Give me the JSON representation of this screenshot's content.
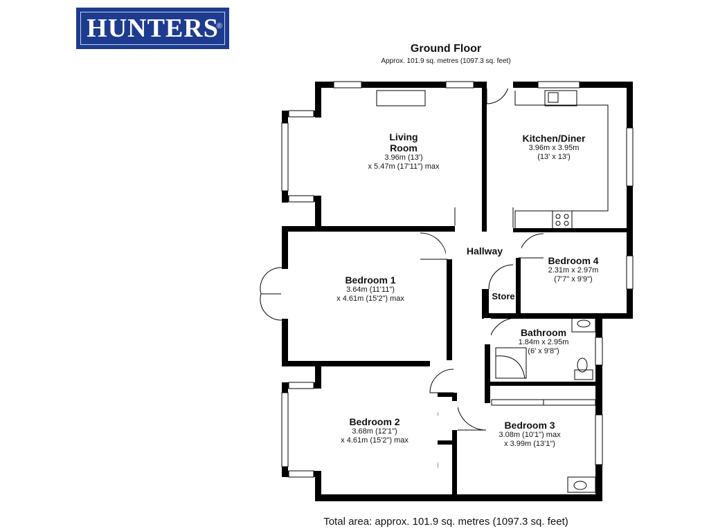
{
  "brand": {
    "name": "HUNTERS",
    "registered_mark": "®",
    "color": "#1d3b8f"
  },
  "floor": {
    "title": "Ground Floor",
    "area": "Approx. 101.9 sq. metres (1097.3 sq. feet)"
  },
  "rooms": {
    "living": {
      "name": "Living Room",
      "name_l1": "Living",
      "name_l2": "Room",
      "dim1": "3.96m (13')",
      "dim2": "x 5.47m (17'11\") max"
    },
    "kitchen": {
      "name": "Kitchen/Diner",
      "dim1": "3.96m x 3.95m",
      "dim2": "(13' x 13')"
    },
    "hallway": {
      "name": "Hallway"
    },
    "bedroom4": {
      "name": "Bedroom 4",
      "dim1": "2.31m x 2.97m",
      "dim2": "(7'7\" x 9'9\")"
    },
    "store": {
      "name": "Store"
    },
    "bedroom1": {
      "name": "Bedroom 1",
      "dim1": "3.64m (11'11\")",
      "dim2": "x 4.61m (15'2\") max"
    },
    "bathroom": {
      "name": "Bathroom",
      "dim1": "1.84m x 2.95m",
      "dim2": "(6' x 9'8\")"
    },
    "bedroom2": {
      "name": "Bedroom 2",
      "dim1": "3.68m (12'1\")",
      "dim2": "x 4.61m (15'2\") max"
    },
    "bedroom3": {
      "name": "Bedroom 3",
      "dim1": "3.08m (10'1\") max",
      "dim2": "x 3.99m (13'1\")"
    }
  },
  "total_area": "Total area: approx. 101.9 sq. metres (1097.3 sq. feet)"
}
